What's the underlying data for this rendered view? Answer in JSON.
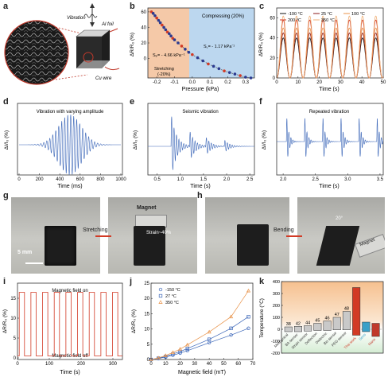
{
  "labels": {
    "a": "a",
    "b": "b",
    "c": "c",
    "d": "d",
    "e": "e",
    "f": "f",
    "g": "g",
    "h": "h",
    "i": "i",
    "j": "j",
    "k": "k"
  },
  "panel_a": {
    "vibration": "Vibration",
    "al_foil": "Al foil",
    "cu_wire": "Cu wire"
  },
  "panel_b": {
    "ylabel": "ΔR/R₀ (%)",
    "xlabel": "Pressure (kPa)",
    "compress": "Compressing (20%)",
    "stretch_l1": "Stretching",
    "stretch_l2": "(-20%)",
    "sp": "Sₚ= - 4.66 kPa⁻¹",
    "sc": "S꜀= - 1.17 kPa⁻¹",
    "xticks": [
      "-0.2",
      "-0.1",
      "0.0",
      "0.1",
      "0.2",
      "0.3"
    ],
    "yticks": [
      "0",
      "20",
      "40",
      "60"
    ]
  },
  "panel_c": {
    "ylabel": "ΔR/R₀ (%)",
    "xlabel": "Time (s)",
    "legend": [
      "-100 °C",
      "25 °C",
      "100 °C",
      "200 °C",
      "350 °C"
    ],
    "xticks": [
      "0",
      "10",
      "20",
      "30",
      "40",
      "50"
    ],
    "yticks": [
      "0",
      "20",
      "40",
      "60"
    ]
  },
  "panel_d": {
    "title": "Vibration with varying amplitude",
    "xlabel": "Time (ms)",
    "ylabel": "ΔI/I₀ (%)",
    "xticks": [
      "0",
      "200",
      "400",
      "600",
      "800",
      "1000"
    ]
  },
  "panel_e": {
    "title": "Seismic vibration",
    "xlabel": "Time (s)",
    "ylabel": "ΔI/I₀ (%)",
    "xticks": [
      "0.5",
      "1.0",
      "1.5",
      "2.0",
      "2.5"
    ]
  },
  "panel_f": {
    "title": "Repeated vibration",
    "xlabel": "Time (s)",
    "ylabel": "ΔI/I₀ (%)",
    "xticks": [
      "2.0",
      "2.5",
      "3.0",
      "3.5"
    ]
  },
  "panel_g": {
    "stretching": "Stretching",
    "magnet": "Magnet",
    "strain": "Strain~40%",
    "scale": "5 mm"
  },
  "panel_h": {
    "bending": "Bending",
    "magnet": "Magnet",
    "angle": "20°"
  },
  "panel_i": {
    "ylabel": "ΔR/R₀ (%)",
    "xlabel": "Time (s)",
    "on": "Magnetic field on",
    "off": "Magnetic field off",
    "xticks": [
      "0",
      "100",
      "200",
      "300"
    ],
    "yticks": [
      "0",
      "5",
      "10",
      "15"
    ]
  },
  "panel_j": {
    "ylabel": "ΔR/R₀ (%)",
    "xlabel": "Magnetic field (mT)",
    "legend": [
      "-150 °C",
      "27 °C",
      "350 °C"
    ],
    "xticks": [
      "0",
      "10",
      "20",
      "30",
      "40",
      "50",
      "60",
      "70"
    ],
    "yticks": [
      "0",
      "5",
      "10",
      "15",
      "20",
      "25"
    ]
  },
  "panel_k": {
    "ylabel": "Temperature (°C)",
    "yticks": [
      "-200",
      "-100",
      "0",
      "100",
      "200",
      "300",
      "400"
    ],
    "bars": [
      "Mechanical",
      "BA sensor",
      "Strain sensor",
      "Deflection",
      "Dielectric",
      "Bio sensor",
      "PEG sensor",
      "This work",
      "Sens",
      "Nano"
    ],
    "refs": [
      "38",
      "42",
      "44",
      "45",
      "46",
      "47",
      "48",
      "This work",
      "Sens",
      "Nano"
    ]
  },
  "chart_data": [
    {
      "type": "scatter",
      "panel": "b",
      "xlabel": "Pressure (kPa)",
      "ylabel": "ΔR/R₀ (%)",
      "x": [
        -0.23,
        -0.22,
        -0.21,
        -0.2,
        -0.19,
        -0.18,
        -0.17,
        -0.16,
        -0.15,
        -0.14,
        -0.13,
        -0.12,
        -0.11,
        -0.1,
        -0.08,
        -0.06,
        -0.04,
        -0.02,
        0.0,
        0.03,
        0.06,
        0.09,
        0.12,
        0.15,
        0.18,
        0.21,
        0.24,
        0.27,
        0.3,
        0.33
      ],
      "y": [
        60,
        58,
        55,
        52,
        49,
        46,
        43,
        40,
        37,
        34,
        32,
        29,
        26,
        24,
        20,
        16,
        12,
        8,
        5,
        1,
        -3,
        -7,
        -10,
        -13,
        -16,
        -18,
        -20,
        -22,
        -24,
        -25
      ],
      "xlim": [
        -0.25,
        0.35
      ],
      "ylim": [
        -25,
        65
      ]
    },
    {
      "type": "line",
      "panel": "c",
      "xlabel": "Time (s)",
      "ylabel": "ΔR/R₀ (%)",
      "xlim": [
        0,
        50
      ],
      "ylim": [
        0,
        70
      ],
      "series": [
        {
          "name": "-100 °C",
          "amplitude": 40
        },
        {
          "name": "25 °C",
          "amplitude": 45
        },
        {
          "name": "100 °C",
          "amplitude": 50
        },
        {
          "name": "200 °C",
          "amplitude": 58
        },
        {
          "name": "350 °C",
          "amplitude": 62
        }
      ],
      "period_s": 6.2
    },
    {
      "type": "line",
      "panel": "i",
      "xlabel": "Time (s)",
      "ylabel": "ΔR/R₀ (%)",
      "xlim": [
        0,
        330
      ],
      "ylim": [
        0,
        18
      ],
      "on_value": 16.5,
      "cycles": 9
    },
    {
      "type": "line",
      "panel": "j",
      "xlabel": "Magnetic field (mT)",
      "ylabel": "ΔR/R₀ (%)",
      "xlim": [
        0,
        70
      ],
      "ylim": [
        0,
        25
      ],
      "x": [
        0,
        5,
        10,
        15,
        20,
        25,
        40,
        55,
        67
      ],
      "series": [
        {
          "name": "-150 °C",
          "values": [
            0,
            0.3,
            0.8,
            1.4,
            2.1,
            2.9,
            5.5,
            8.0,
            10.2
          ]
        },
        {
          "name": "27 °C",
          "values": [
            0,
            0.4,
            1.0,
            1.8,
            2.6,
            3.6,
            6.6,
            10.2,
            14.0
          ]
        },
        {
          "name": "350 °C",
          "values": [
            0,
            0.5,
            1.3,
            2.3,
            3.4,
            4.8,
            9.0,
            14.0,
            22.5
          ]
        }
      ]
    },
    {
      "type": "bar",
      "panel": "k",
      "ylabel": "Temperature (°C)",
      "ylim": [
        -200,
        400
      ],
      "categories": [
        "38",
        "42",
        "44",
        "45",
        "46",
        "47",
        "48",
        "This work",
        "Sens",
        "Nano"
      ],
      "low": [
        -20,
        -20,
        -15,
        -10,
        -10,
        -5,
        -5,
        -50,
        -20,
        -60
      ],
      "high": [
        20,
        25,
        30,
        50,
        70,
        100,
        150,
        350,
        60,
        50
      ]
    }
  ],
  "colors": {
    "red": "#d23a25",
    "orange": "#e8934a",
    "blue": "#3b66b8",
    "stretchBg": "#f5c9a8",
    "compressBg": "#bcd7ef"
  }
}
